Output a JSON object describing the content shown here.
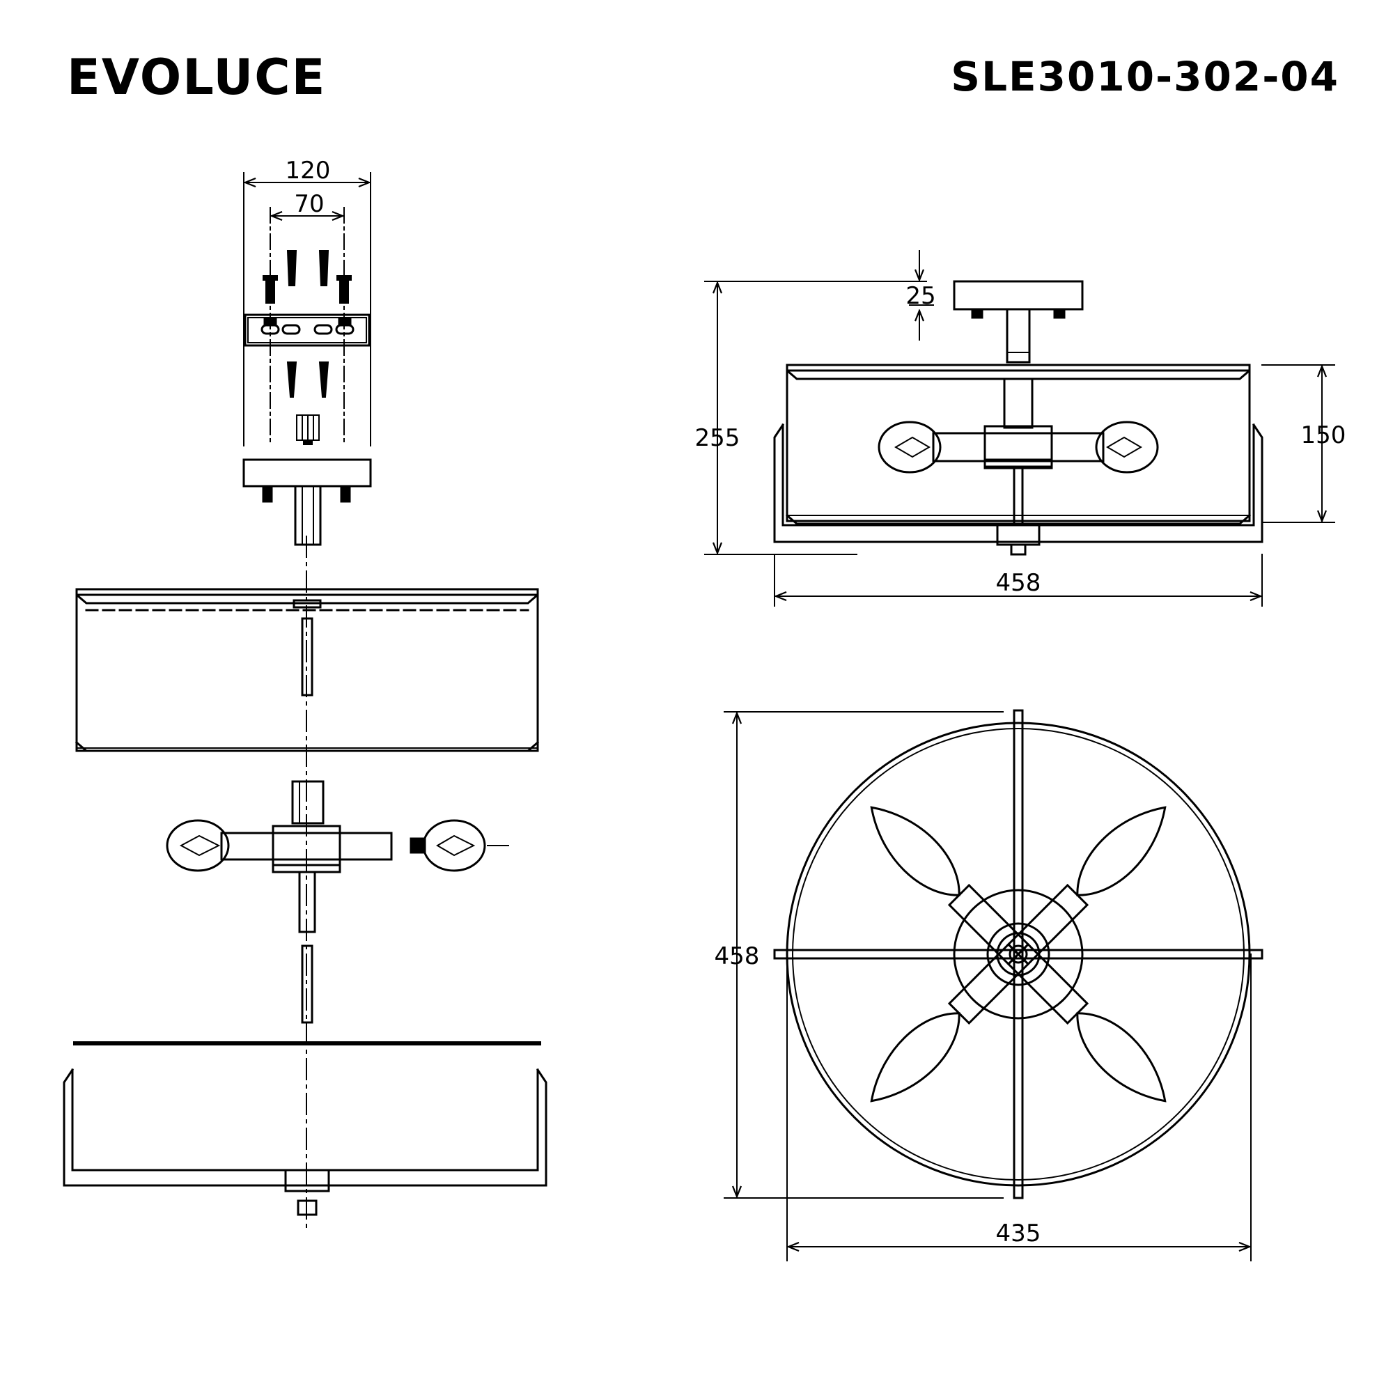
{
  "header": {
    "brand": "EVOLUCE",
    "model": "SLE3010-302-04"
  },
  "dimensions": {
    "bracket_width": "120",
    "bracket_hole_spacing": "70",
    "canopy_height": "25",
    "total_height": "255",
    "shade_height": "150",
    "side_width": "458",
    "top_height": "458",
    "top_width": "435"
  }
}
